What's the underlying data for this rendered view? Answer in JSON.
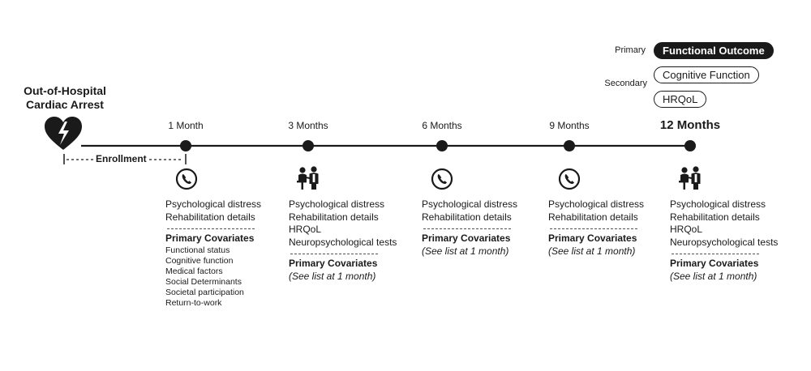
{
  "origin": {
    "label": "Out-of-Hospital Cardiac Arrest",
    "icon": "broken-heart-icon"
  },
  "enrollment": {
    "label": "Enrollment"
  },
  "outcomes": {
    "primary_role": "Primary",
    "secondary_role": "Secondary",
    "primary": [
      "Functional Outcome"
    ],
    "secondary": [
      "Cognitive Function",
      "HRQoL"
    ]
  },
  "timepoints": [
    {
      "label": "1 Month",
      "mode_icon": "phone-icon",
      "assessments": [
        "Psychological distress",
        "Rehabilitation details"
      ],
      "covariates_header": "Primary Covariates",
      "covariates": [
        "Functional status",
        "Cognitive function",
        "Medical factors",
        "Social Determinants",
        "Societal participation",
        "Return-to-work"
      ],
      "covariates_note": ""
    },
    {
      "label": "3 Months",
      "mode_icon": "in-person-visit-icon",
      "assessments": [
        "Psychological distress",
        "Rehabilitation details",
        "HRQoL",
        "Neuropsychological tests"
      ],
      "covariates_header": "Primary Covariates",
      "covariates": [],
      "covariates_note": "(See list at 1 month)"
    },
    {
      "label": "6 Months",
      "mode_icon": "phone-icon",
      "assessments": [
        "Psychological distress",
        "Rehabilitation details"
      ],
      "covariates_header": "Primary Covariates",
      "covariates": [],
      "covariates_note": "(See list at 1 month)"
    },
    {
      "label": "9 Months",
      "mode_icon": "phone-icon",
      "assessments": [
        "Psychological distress",
        "Rehabilitation details"
      ],
      "covariates_header": "Primary Covariates",
      "covariates": [],
      "covariates_note": "(See list at 1 month)"
    },
    {
      "label": "12 Months",
      "mode_icon": "in-person-visit-icon",
      "assessments": [
        "Psychological distress",
        "Rehabilitation details",
        "HRQoL",
        "Neuropsychological tests"
      ],
      "covariates_header": "Primary Covariates",
      "covariates": [],
      "covariates_note": "(See list at 1 month)"
    }
  ]
}
